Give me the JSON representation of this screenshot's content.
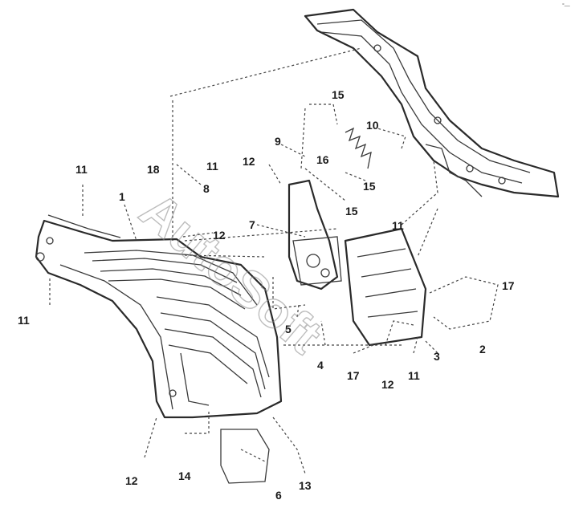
{
  "corner_mark": "°—",
  "watermark": "AutoSoft",
  "callouts": [
    {
      "id": "c-11-a",
      "text": "11"
    },
    {
      "id": "c-1",
      "text": "1"
    },
    {
      "id": "c-18",
      "text": "18"
    },
    {
      "id": "c-11-b",
      "text": "11"
    },
    {
      "id": "c-8",
      "text": "8"
    },
    {
      "id": "c-12-a",
      "text": "12"
    },
    {
      "id": "c-9",
      "text": "9"
    },
    {
      "id": "c-16",
      "text": "16"
    },
    {
      "id": "c-15-a",
      "text": "15"
    },
    {
      "id": "c-10",
      "text": "10"
    },
    {
      "id": "c-15-b",
      "text": "15"
    },
    {
      "id": "c-15-c",
      "text": "15"
    },
    {
      "id": "c-7",
      "text": "7"
    },
    {
      "id": "c-12-b",
      "text": "12"
    },
    {
      "id": "c-11-c",
      "text": "11"
    },
    {
      "id": "c-11-d",
      "text": "11"
    },
    {
      "id": "c-17-a",
      "text": "17"
    },
    {
      "id": "c-5",
      "text": "5"
    },
    {
      "id": "c-4",
      "text": "4"
    },
    {
      "id": "c-17-b",
      "text": "17"
    },
    {
      "id": "c-12-c",
      "text": "12"
    },
    {
      "id": "c-11-e",
      "text": "11"
    },
    {
      "id": "c-3",
      "text": "3"
    },
    {
      "id": "c-2",
      "text": "2"
    },
    {
      "id": "c-12-d",
      "text": "12"
    },
    {
      "id": "c-14",
      "text": "14"
    },
    {
      "id": "c-6",
      "text": "6"
    },
    {
      "id": "c-13",
      "text": "13"
    }
  ]
}
